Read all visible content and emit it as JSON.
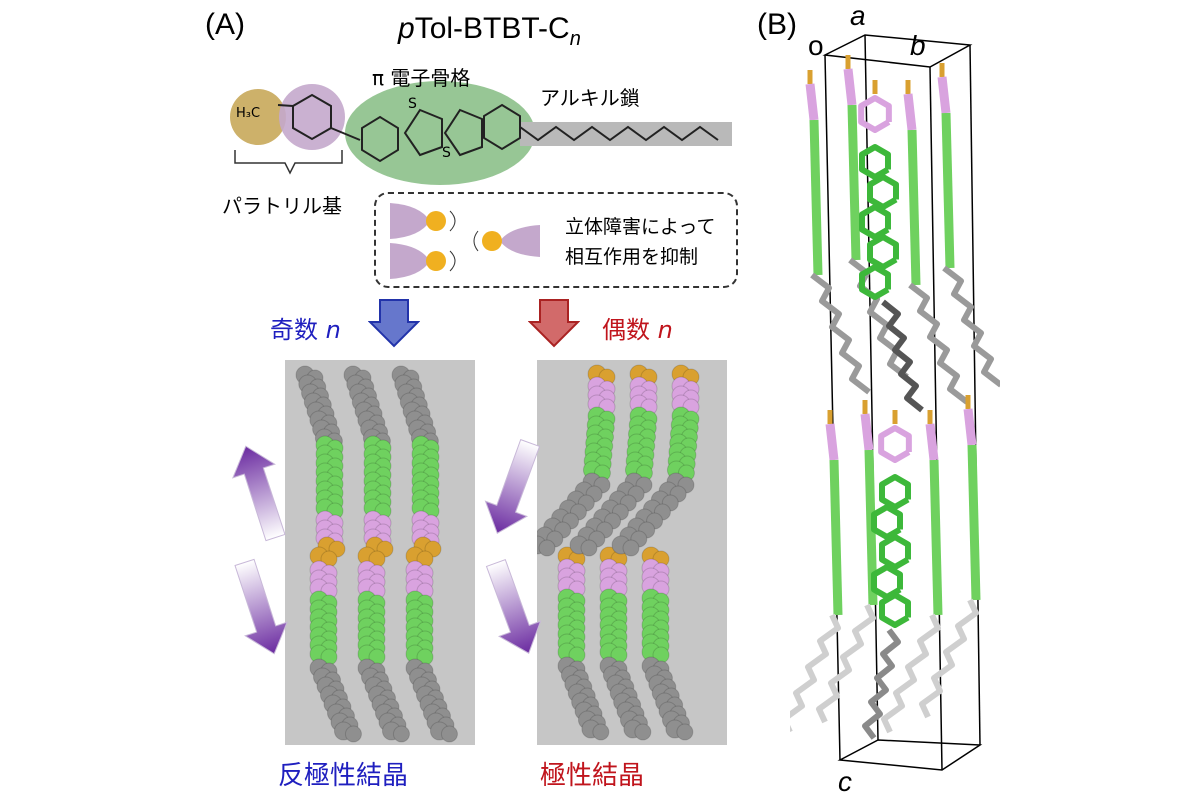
{
  "panel_a": {
    "label": "(A)",
    "title_prefix": "p",
    "title_main": "Tol-BTBT-C",
    "title_sub": "n",
    "pi_label": "π 電子骨格",
    "alkyl_label": "アルキル鎖",
    "methyl_label": "H₃C",
    "sulfur_label": "S",
    "paratolyl_label": "パラトリル基",
    "bubble_line1": "立体障害によって",
    "bubble_line2": "相互作用を抑制",
    "odd_label": "奇数",
    "even_label": "偶数",
    "n_symbol": "n",
    "odd_result": "反極性結晶",
    "even_result": "極性結晶"
  },
  "panel_b": {
    "label": "(B)",
    "axis_o": "o",
    "axis_a": "a",
    "axis_b": "b",
    "axis_c": "c"
  },
  "colors": {
    "tolyl_yellow": "#c8a85a",
    "tolyl_purple": "#c4a8cc",
    "pi_green": "#8cc08a",
    "alkyl_gray": "#b9b9b9",
    "arrow_blue": "#5566cc",
    "arrow_red": "#cc3333",
    "arrow_purple": "#6a2aa0",
    "sphere_green": "#6fd15f",
    "sphere_pink": "#d9a3df",
    "sphere_orange": "#d9a030",
    "sphere_gray": "#8f8f8f",
    "label_blue": "#1f1fbf",
    "label_red": "#c0141c"
  }
}
